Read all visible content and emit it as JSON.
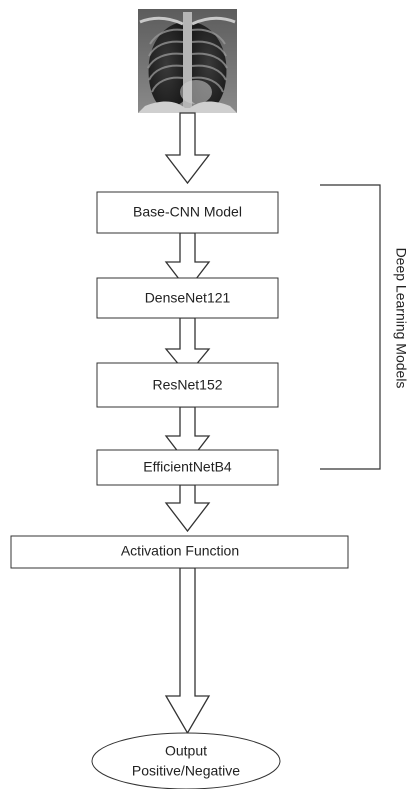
{
  "input_image": {
    "alt": "Chest X-ray"
  },
  "models": [
    "Base-CNN Model",
    "DenseNet121",
    "ResNet152",
    "EfficientNetB4"
  ],
  "group_label": "Deep Learning Models",
  "activation_label": "Activation Function",
  "output": {
    "line1": "Output",
    "line2": "Positive/Negative"
  },
  "colors": {
    "stroke": "#333333",
    "box_fill": "#ffffff",
    "text": "#222222"
  }
}
